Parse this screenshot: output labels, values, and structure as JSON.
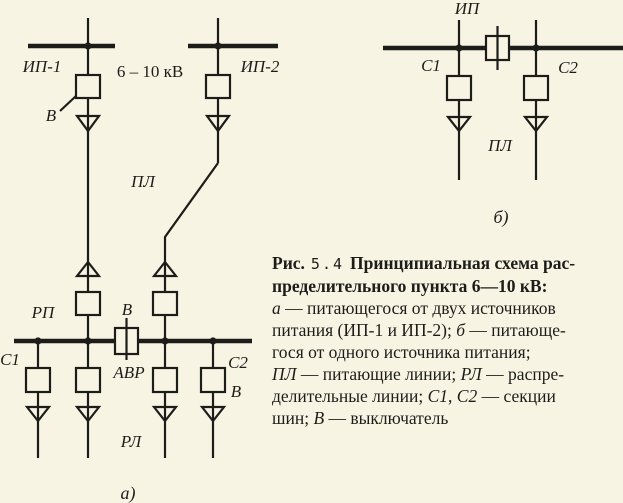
{
  "colors": {
    "background": "#f8f4e4",
    "ink": "#1c1c19"
  },
  "diagram_a": {
    "source1_label": "ИП-1",
    "source2_label": "ИП-2",
    "voltage_label": "6 – 10 кВ",
    "source_breaker_label": "В",
    "feeder_lines_label": "ПЛ",
    "point_label": "РП",
    "tie_breaker_label": "В",
    "avr_label": "АВР",
    "section1_label": "С1",
    "section2_label": "С2",
    "outgoing_breaker_label": "В",
    "dist_lines_label": "РЛ",
    "sublabel": "а)"
  },
  "diagram_b": {
    "source_label": "ИП",
    "section1_label": "С1",
    "section2_label": "С2",
    "feeder_lines_label": "ПЛ",
    "sublabel": "б)"
  },
  "caption": {
    "line1_fig": "Рис.",
    "line1_num": "5.4",
    "line1_rest": "Принципиальная схема рас-",
    "line2": "пределительного пункта 6—10 кВ:",
    "line3_term": "а",
    "line3_rest": " — питающегося от двух источников",
    "line4_pre": "питания (ИП-1 и ИП-2); ",
    "line4_term": "б",
    "line4_rest": " — питающе-",
    "line5": "гося от одного источника питания;",
    "line6_term1": "ПЛ",
    "line6_mid": " — питающие линии; ",
    "line6_term2": "РЛ",
    "line6_rest": " — распре-",
    "line7_pre": "делительные линии; ",
    "line7_term1": "С1",
    "line7_sep": ", ",
    "line7_term2": "С2",
    "line7_rest": " — секции",
    "line8_pre": "шин; ",
    "line8_term": "В",
    "line8_rest": " — выключатель"
  }
}
